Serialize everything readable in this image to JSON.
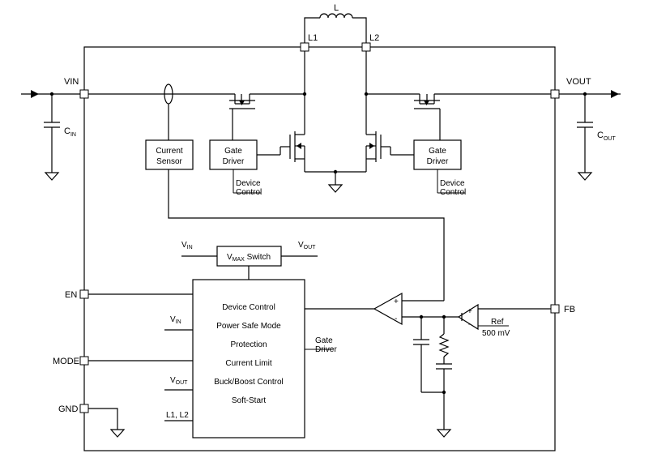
{
  "pins": {
    "vin": "VIN",
    "vout": "VOUT",
    "en": "EN",
    "mode": "MODE",
    "gnd": "GND",
    "fb": "FB",
    "l1": "L1",
    "l2": "L2"
  },
  "inductor": {
    "label": "L"
  },
  "caps": {
    "cin": {
      "main": "C",
      "sub": "IN"
    },
    "cout": {
      "main": "C",
      "sub": "OUT"
    }
  },
  "blocks": {
    "current_sensor": {
      "line1": "Current",
      "line2": "Sensor"
    },
    "gate_driver_left": {
      "line1": "Gate",
      "line2": "Driver"
    },
    "gate_driver_right": {
      "line1": "Gate",
      "line2": "Driver"
    },
    "vmax_switch": {
      "main": "V",
      "sub": "MAX",
      "rest": " Switch"
    },
    "controller": {
      "items": [
        "Device Control",
        "Power Safe Mode",
        "Protection",
        "Current Limit",
        "Buck/Boost Control",
        "Soft-Start"
      ]
    }
  },
  "labels": {
    "device_control_left": {
      "line1": "Device",
      "line2": "Control"
    },
    "device_control_right": {
      "line1": "Device",
      "line2": "Control"
    },
    "vmax_vin": {
      "main": "V",
      "sub": "IN"
    },
    "vmax_vout": {
      "main": "V",
      "sub": "OUT"
    },
    "ctrl_vin": {
      "main": "V",
      "sub": "IN"
    },
    "ctrl_vout": {
      "main": "V",
      "sub": "OUT"
    },
    "ctrl_l1l2": "L1, L2",
    "gate_driver_out": {
      "line1": "Gate",
      "line2": "Driver"
    },
    "ref": {
      "line1": "Ref",
      "line2": "500 mV"
    },
    "opamp_plus": "+",
    "opamp_minus": "-",
    "ea_plus": "+",
    "ea_minus": "-"
  }
}
